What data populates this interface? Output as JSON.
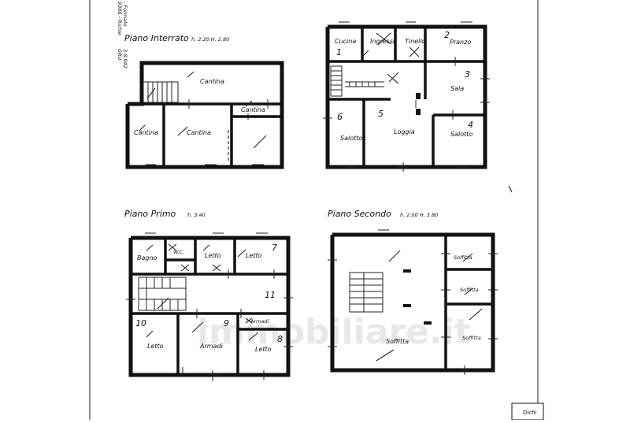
{
  "sheet": {
    "margin_text": [
      "9386 - Richie",
      "- Formato   ",
      "GRU",
      "3.8.942"
    ],
    "corner_label": "Dichi",
    "watermark": "immobiliare.it"
  },
  "plans": {
    "interrato": {
      "title": "Piano  Interrato",
      "heights": "h. 2.20   H. 2.80",
      "rooms": [
        "Cantina",
        "Cantina",
        "Cantina",
        "Cantina"
      ]
    },
    "terra": {
      "rooms": [
        "Cucina",
        "Ingresso",
        "Tinello",
        "Pranzo",
        "Sala",
        "Salotto",
        "Loggia",
        "Salotto"
      ],
      "numbers": [
        "1",
        "2",
        "3",
        "4",
        "5",
        "6"
      ]
    },
    "primo": {
      "title": "Piano  Primo",
      "heights": "h. 3.40",
      "rooms": [
        "Bagno",
        "W.C.",
        "Letto",
        "Letto",
        "Armadi",
        "Letto",
        "Armadi",
        "Letto"
      ],
      "numbers": [
        "7",
        "8",
        "9",
        "10",
        "11"
      ]
    },
    "secondo": {
      "title": "Piano  Secondo",
      "heights": "h. 2.00   H. 3.80",
      "rooms": [
        "Soffitta",
        "Soffitta",
        "Soffitta",
        "Soffitta"
      ]
    }
  }
}
